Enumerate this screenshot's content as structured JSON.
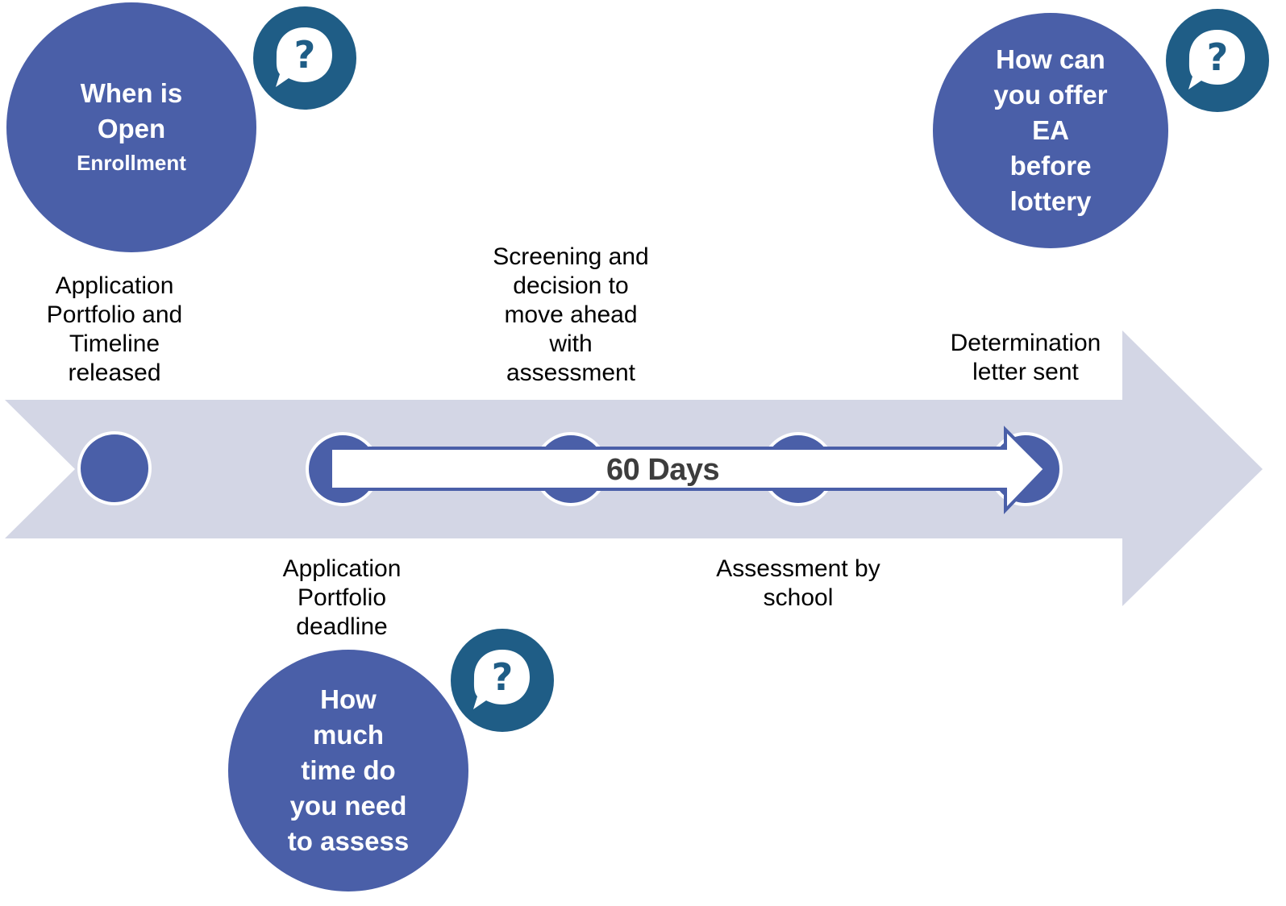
{
  "diagram": {
    "questions": [
      {
        "id": "open-enrollment",
        "lines": [
          "When is",
          "Open",
          "Enrollment"
        ]
      },
      {
        "id": "ea-before-lottery",
        "lines": [
          "How can",
          "you offer",
          "EA",
          "before",
          "lottery"
        ]
      },
      {
        "id": "time-to-assess",
        "lines": [
          "How",
          "much",
          "time do",
          "you need",
          "to assess"
        ]
      }
    ],
    "milestones": [
      {
        "id": "released",
        "lines": [
          "Application",
          "Portfolio and",
          "Timeline",
          "released"
        ]
      },
      {
        "id": "deadline",
        "lines": [
          "Application",
          "Portfolio",
          "deadline"
        ]
      },
      {
        "id": "screening",
        "lines": [
          "Screening and",
          "decision to",
          "move ahead",
          "with",
          "assessment"
        ]
      },
      {
        "id": "assessment",
        "lines": [
          "Assessment by",
          "school"
        ]
      },
      {
        "id": "determination",
        "lines": [
          "Determination",
          "letter sent"
        ]
      }
    ],
    "duration_label": "60 Days",
    "icon": "question-bubble-icon",
    "colors": {
      "circle": "#4a5fa8",
      "arrow": "#d3d6e5",
      "bubble": "#1f5d86",
      "node_border": "#ffffff"
    }
  }
}
